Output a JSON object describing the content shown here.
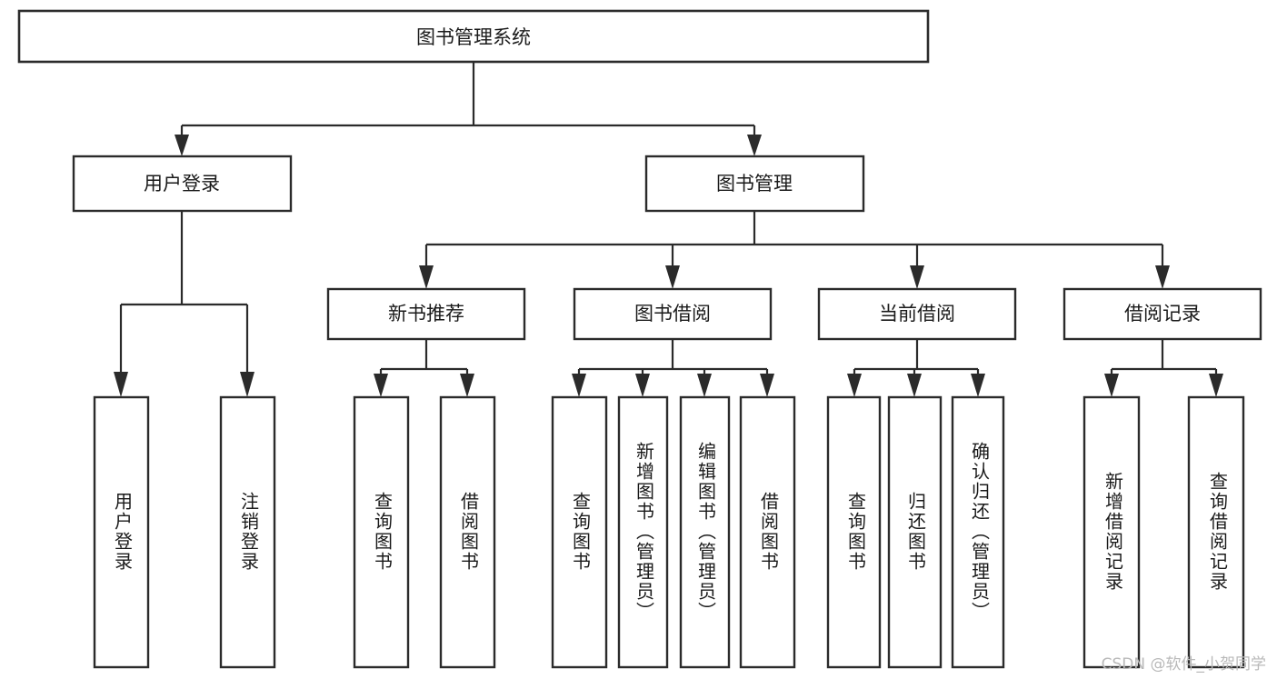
{
  "diagram": {
    "type": "tree",
    "title": "图书管理系统",
    "watermark": "CSDN @软件_小贺同学",
    "colors": {
      "background": "#ffffff",
      "stroke": "#2b2b2b",
      "text": "#1a1a1a",
      "watermark": "#b9b9b9"
    },
    "levels": {
      "root": {
        "label": "图书管理系统"
      },
      "level1": [
        {
          "label": "用户登录"
        },
        {
          "label": "图书管理"
        }
      ],
      "level2": [
        {
          "label": "新书推荐"
        },
        {
          "label": "图书借阅"
        },
        {
          "label": "当前借阅"
        },
        {
          "label": "借阅记录"
        }
      ]
    },
    "groups": [
      {
        "parent": "用户登录",
        "leaves": [
          {
            "label": "用户登录"
          },
          {
            "label": "注销登录"
          }
        ]
      },
      {
        "parent": "新书推荐",
        "leaves": [
          {
            "label": "查询图书"
          },
          {
            "label": "借阅图书"
          }
        ]
      },
      {
        "parent": "图书借阅",
        "leaves": [
          {
            "label": "查询图书"
          },
          {
            "label": "新增图书（管理员）"
          },
          {
            "label": "编辑图书（管理员）"
          },
          {
            "label": "借阅图书"
          }
        ]
      },
      {
        "parent": "当前借阅",
        "leaves": [
          {
            "label": "查询图书"
          },
          {
            "label": "归还图书"
          },
          {
            "label": "确认归还（管理员）"
          }
        ]
      },
      {
        "parent": "借阅记录",
        "leaves": [
          {
            "label": "新增借阅记录"
          },
          {
            "label": "查询借阅记录"
          }
        ]
      }
    ],
    "nodes": {
      "root": {
        "label": "图书管理系统"
      },
      "user_login": {
        "label": "用户登录"
      },
      "book_mgmt": {
        "label": "图书管理"
      },
      "new_book_rec": {
        "label": "新书推荐"
      },
      "book_borrow": {
        "label": "图书借阅"
      },
      "current_borrow": {
        "label": "当前借阅"
      },
      "borrow_record": {
        "label": "借阅记录"
      },
      "leaf_user_login": {
        "label": "用户登录"
      },
      "leaf_logout": {
        "label": "注销登录"
      },
      "leaf_query_book_a": {
        "label": "查询图书"
      },
      "leaf_borrow_book_a": {
        "label": "借阅图书"
      },
      "leaf_query_book_b": {
        "label": "查询图书"
      },
      "leaf_add_book": {
        "label": "新增图书（管理员）"
      },
      "leaf_edit_book": {
        "label": "编辑图书（管理员）"
      },
      "leaf_borrow_book_b": {
        "label": "借阅图书"
      },
      "leaf_query_book_c": {
        "label": "查询图书"
      },
      "leaf_return_book": {
        "label": "归还图书"
      },
      "leaf_confirm_return": {
        "label": "确认归还（管理员）"
      },
      "leaf_add_record": {
        "label": "新增借阅记录"
      },
      "leaf_query_record": {
        "label": "查询借阅记录"
      }
    }
  }
}
